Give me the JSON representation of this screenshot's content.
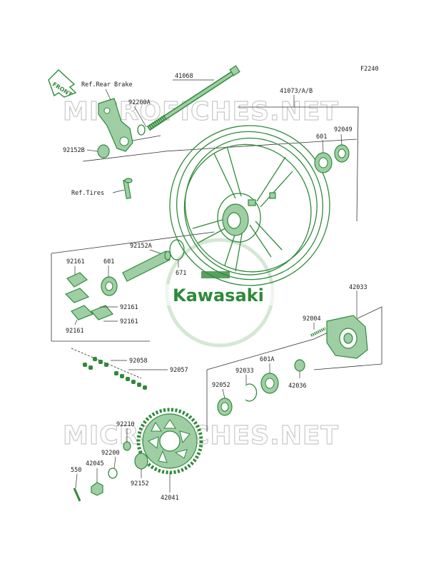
{
  "figure_code": "F2240",
  "front_arrow": "FRONT",
  "watermark_top": "MICROFICHES.NET",
  "watermark_bottom": "MICROFICHES.NET",
  "logo_text": "Kawasaki",
  "labels": {
    "ref_rear_brake": "Ref.Rear Brake",
    "p41068": "41068",
    "p92200a": "92200A",
    "p41073": "41073/A/B",
    "p601": "601",
    "p92049": "92049",
    "p92152b": "92152B",
    "ref_tires": "Ref.Tires",
    "p92161a": "92161",
    "p601b": "601",
    "p92152a": "92152A",
    "p671": "671",
    "p92161b": "92161",
    "p92161c": "92161",
    "p92161d": "92161",
    "p42033": "42033",
    "p92004": "92004",
    "p92058": "92058",
    "p92057": "92057",
    "p92033": "92033",
    "p601a": "601A",
    "p92052": "92052",
    "p42036": "42036",
    "p92210": "92210",
    "p92200": "92200",
    "p42045": "42045",
    "p550": "550",
    "p92152": "92152",
    "p42041": "42041"
  }
}
